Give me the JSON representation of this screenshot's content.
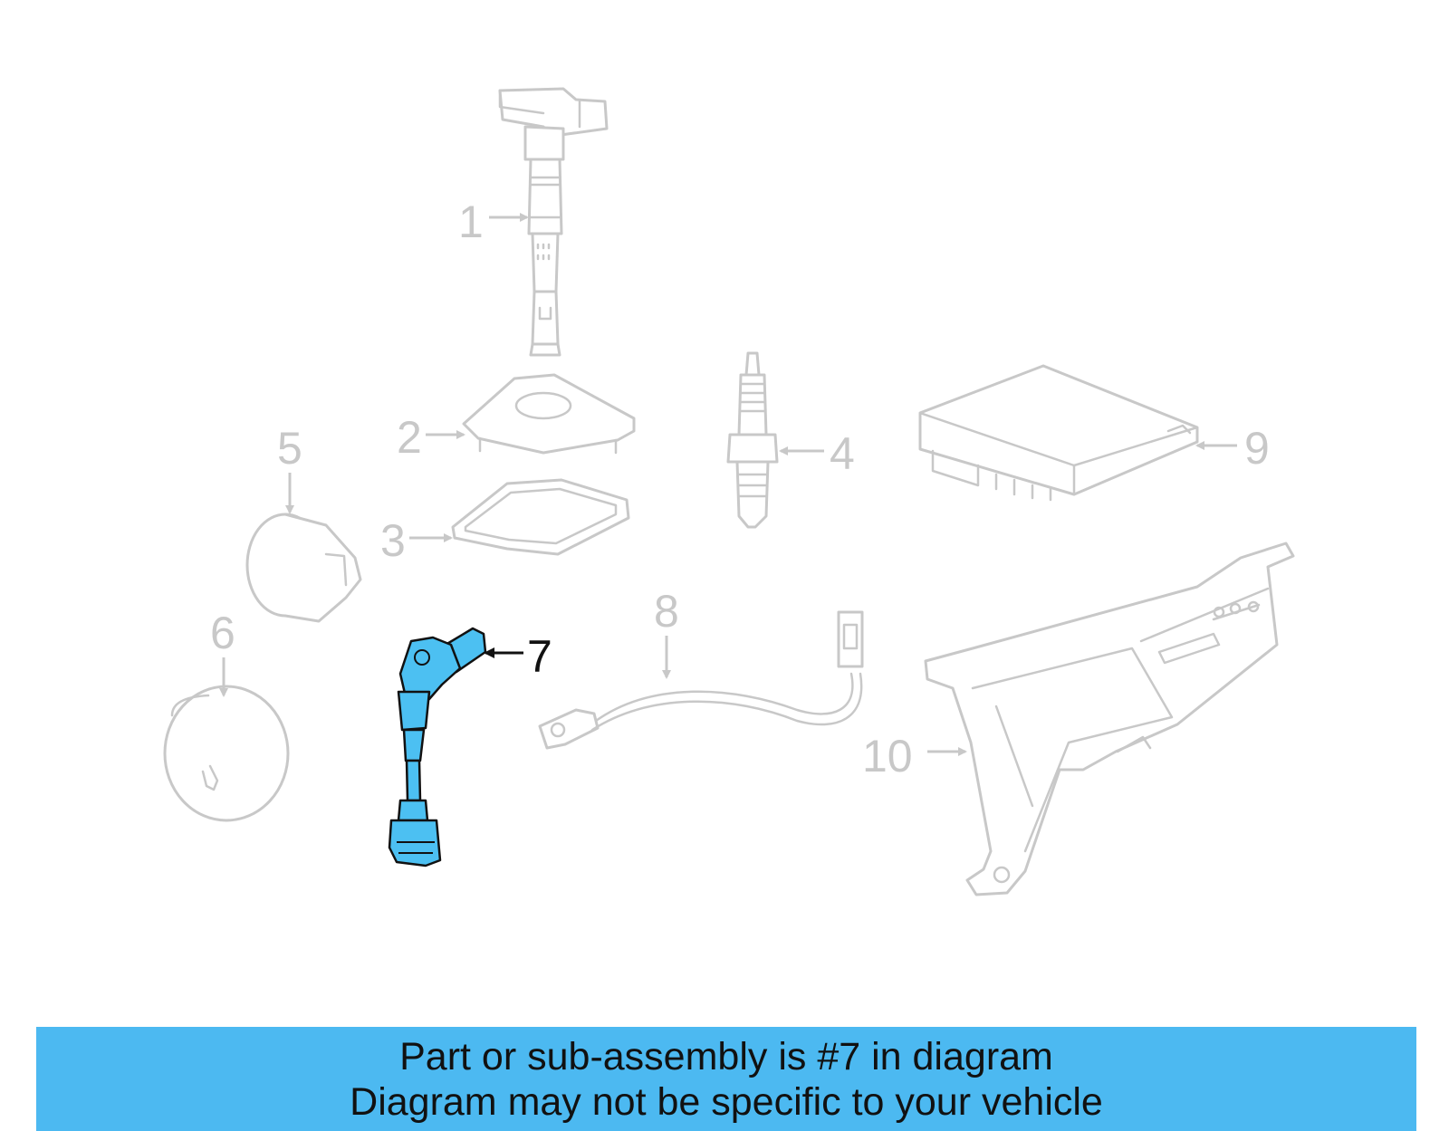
{
  "callouts": {
    "c1": "1",
    "c2": "2",
    "c3": "3",
    "c4": "4",
    "c5": "5",
    "c6": "6",
    "c7": "7",
    "c8": "8",
    "c9": "9",
    "c10": "10"
  },
  "highlighted_part": "7",
  "colors": {
    "highlight_fill": "#4cc0f2",
    "banner_background": "#4cb9f1",
    "dimmed_part_stroke": "#c8c8c8",
    "active_text": "#111111"
  },
  "banner": {
    "line1": "Part or sub-assembly is #7 in diagram",
    "line2": "Diagram may not be specific to your vehicle"
  }
}
